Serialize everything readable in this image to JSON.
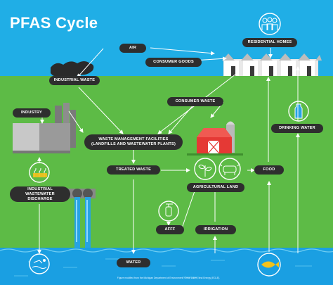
{
  "title": "PFAS Cycle",
  "labels": {
    "air": "AIR",
    "residential_homes": "RESIDENTIAL HOMES",
    "consumer_goods": "CONSUMER GOODS",
    "industrial_waste": "INDUSTRIAL WASTE",
    "industry": "INDUSTRY",
    "consumer_waste": "CONSUMER WASTE",
    "drinking_water": "DRINKING WATER",
    "waste_management": "WASTE MANAGEMENT FACILITIES (LANDFILLS AND WASTEWATER PLANTS)",
    "treated_waste": "TREATED WASTE",
    "food": "FOOD",
    "agricultural_land": "AGRICULTURAL LAND",
    "industrial_discharge": "INDUSTRIAL WASTEWATER DISCHARGE",
    "afff": "AFFF",
    "irrigation": "IRRIGATION",
    "water": "WATER"
  },
  "footer": "Figure modified from the Michigan Department of Environment, Great Lakes, and Energy (EGLE).",
  "colors": {
    "sky": "#20aee6",
    "grass": "#5dbb46",
    "water": "#1a9fe2",
    "pill": "#2e2e2e",
    "arrow": "#ffffff"
  }
}
